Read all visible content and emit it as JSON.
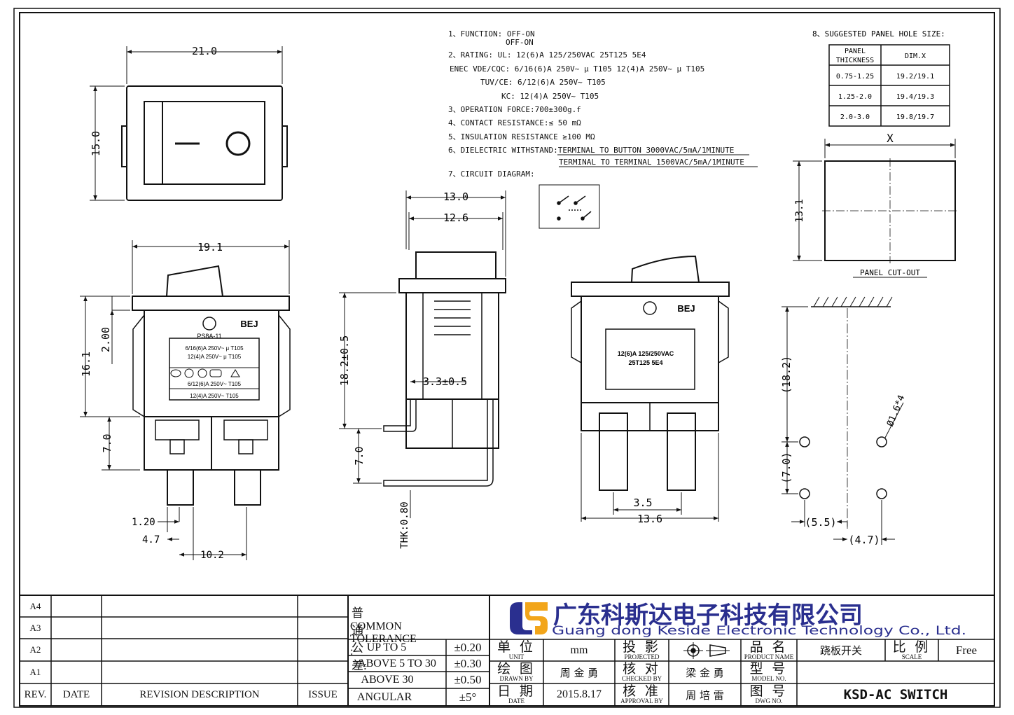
{
  "front_view": {
    "width": "21.0",
    "height": "15.0"
  },
  "side_view": {
    "width": "19.1",
    "height_total": "16.1",
    "dim_2_00": "2.00",
    "dim_7_0": "7.0",
    "dim_1_20": "1.20",
    "dim_4_7": "4.7",
    "dim_10_2": "10.2",
    "brand": "BEJ",
    "model": "PS8A-11",
    "label_lines": [
      "6/16(6)A 250V~ μ T105",
      "12(4)A 250V~ μ T105",
      "6/12(6)A 250V~ T105",
      "12(4)A 250V~ T105"
    ]
  },
  "middle_view": {
    "dim_13_0": "13.0",
    "dim_12_6": "12.6",
    "dim_18_2": "18.2±0.5",
    "dim_3_3": "3.3±0.5",
    "dim_7_0": "7.0",
    "thk": "THK:0.80"
  },
  "back_view": {
    "brand": "BEJ",
    "label_lines": [
      "12(6)A 125/250VAC",
      "25T125 5E4"
    ],
    "dim_3_5": "3.5",
    "dim_13_6": "13.6"
  },
  "specs": {
    "l1": "1、FUNCTION:  OFF-ON",
    "l1b": "OFF-ON",
    "l2": "2、RATING:   UL: 12(6)A 125/250VAC 25T125 5E4",
    "l3": "ENEC VDE/CQC: 6/16(6)A 250V~ μ T105      12(4)A 250V~ μ T105",
    "l4": "TUV/CE: 6/12(6)A 250V~ T105",
    "l5": "KC: 12(4)A 250V~ T105",
    "l6": "3、OPERATION FORCE:700±300g.f",
    "l7": "4、CONTACT RESISTANCE:≤ 50 mΩ",
    "l8": "5、INSULATION RESISTANCE ≥100 MΩ",
    "l9": "6、DIELECTRIC WITHSTAND:TERMINAL TO BUTTON 3000VAC/5mA/1MINUTE",
    "l10": "TERMINAL TO TERMINAL 1500VAC/5mA/1MINUTE",
    "l11": "7、CIRCUIT DIAGRAM:"
  },
  "panel_hole": {
    "title": "8、SUGGESTED PANEL HOLE SIZE:",
    "head1a": "PANEL",
    "head1b": "THICKNESS",
    "head2": "DIM.X",
    "rows": [
      [
        "0.75-1.25",
        "19.2/19.1"
      ],
      [
        "1.25-2.0",
        "19.4/19.3"
      ],
      [
        "2.0-3.0",
        "19.8/19.7"
      ]
    ],
    "x_label": "X",
    "h_label": "13.1",
    "cutout": "PANEL CUT-OUT"
  },
  "pcb": {
    "d1": "(18.2)",
    "d2": "(7.0)",
    "d3": "(5.5)",
    "d4": "(4.7)",
    "hole": "Ø1.6*4"
  },
  "title_block": {
    "rev_rows": [
      "A4",
      "A3",
      "A2",
      "A1"
    ],
    "rev": "REV.",
    "date": "DATE",
    "desc": "REVISION DESCRIPTION",
    "issue": "ISSUE",
    "tol_cn": "普通公差:",
    "tol_en": "COMMON TOLERANCE :",
    "tol": [
      [
        "UP TO 5",
        "±0.20"
      ],
      [
        "ABOVE 5 TO 30",
        "±0.30"
      ],
      [
        "ABOVE 30",
        "±0.50"
      ],
      [
        "ANGULAR",
        "±5°"
      ]
    ],
    "company_cn": "广东科斯达电子科技有限公司",
    "company_en": "Guang dong Keside  Electronic Technology Co., Ltd.",
    "unit_cn": "单 位",
    "unit_en": "UNIT",
    "unit_val": "mm",
    "proj_cn": "投 影",
    "proj_en": "PROJECTED",
    "pname_cn": "品 名",
    "pname_en": "PRODUCT NAME",
    "pname_val": "跷板开关",
    "scale_cn": "比 例",
    "scale_en": "SCALE",
    "scale_val": "Free",
    "drawn_cn": "绘 图",
    "drawn_en": "DRAWN BY",
    "drawn_val": "周 金 勇",
    "check_cn": "核 对",
    "check_en": "CHECKED BY",
    "check_val": "梁 金 勇",
    "model_cn": "型 号",
    "model_en": "MODEL NO.",
    "date_cn": "日 期",
    "date_en": "DATE",
    "date_val": "2015.8.17",
    "appr_cn": "核 准",
    "appr_en": "APPROVAL BY",
    "appr_val": "周 培 雷",
    "dwg_cn": "图 号",
    "dwg_en": "DWG NO.",
    "dwg_val": "KSD-AC SWITCH",
    "brand_color": "#2a2f8f",
    "brand_accent": "#f2a51a"
  }
}
